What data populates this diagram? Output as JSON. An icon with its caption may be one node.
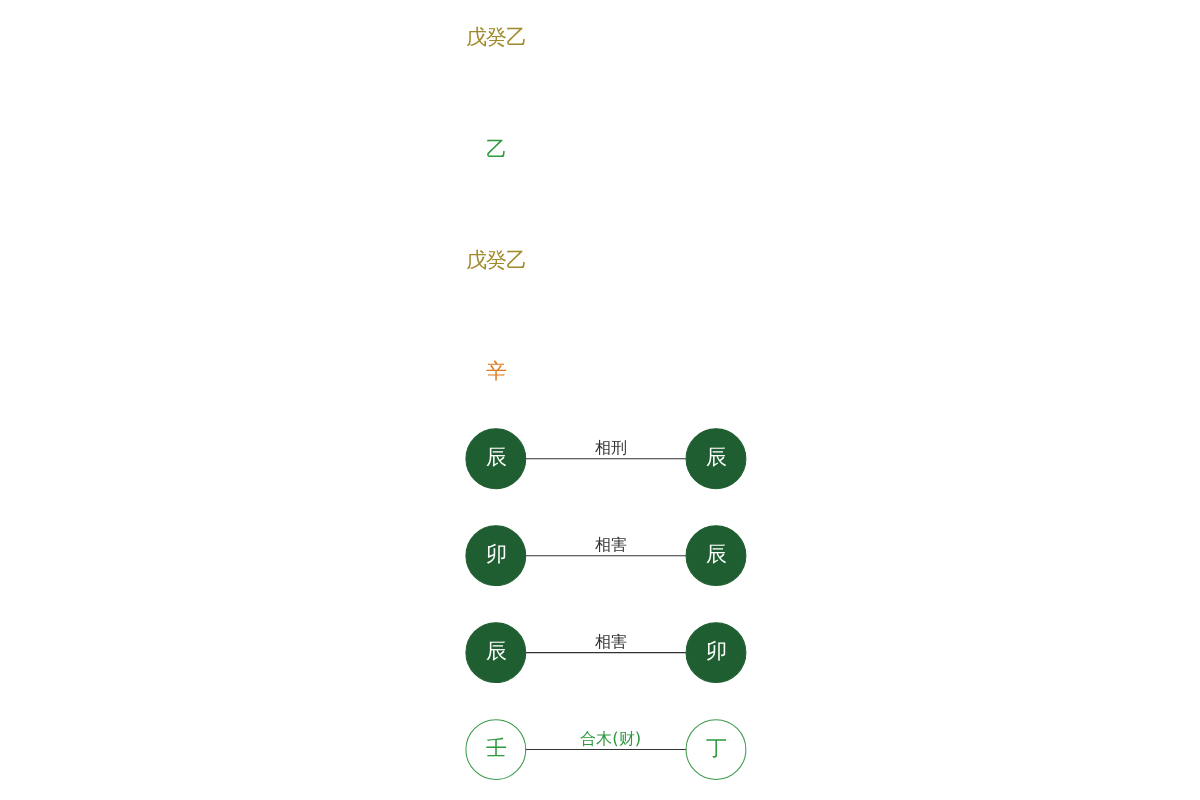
{
  "diagram": {
    "nodes": [
      {
        "text": [
          "壬"
        ]
      },
      {
        "text": [
          "丁"
        ]
      },
      {
        "text": [
          "辰"
        ]
      },
      {
        "text": [
          "卯"
        ]
      },
      {
        "text": [
          "卯"
        ]
      },
      {
        "text": [
          "辰"
        ]
      },
      {
        "text": [
          "辰"
        ]
      },
      {
        "text": [
          "辰"
        ]
      }
    ],
    "edges": [
      {
        "from": 0,
        "to": 1,
        "arrow": "none",
        "label": "合木(财)"
      },
      {
        "from": 2,
        "to": 3,
        "arrow": "none",
        "label": "相害"
      },
      {
        "from": 4,
        "to": 5,
        "arrow": "none",
        "label": "相害"
      },
      {
        "from": 6,
        "to": 7,
        "arrow": "none",
        "label": "相刑"
      }
    ],
    "labels": [
      "戊癸乙",
      "乙",
      "戊癸乙",
      "辛"
    ]
  }
}
